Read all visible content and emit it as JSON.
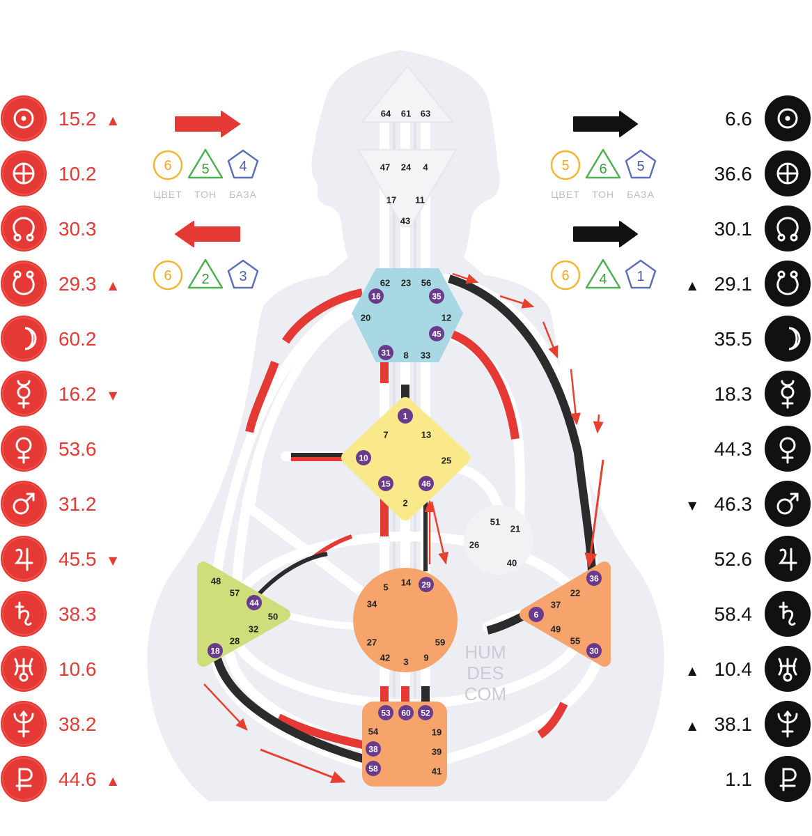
{
  "design": {
    "color": "#e53935",
    "values": [
      "15.2",
      "10.2",
      "30.3",
      "29.3",
      "60.2",
      "16.2",
      "53.6",
      "31.2",
      "45.5",
      "38.3",
      "10.6",
      "38.2",
      "44.6"
    ],
    "marks": [
      "▲",
      "",
      "",
      "▲",
      "",
      "▼",
      "",
      "",
      "▼",
      "",
      "",
      "",
      "▲"
    ]
  },
  "personality": {
    "color": "#111111",
    "values": [
      "6.6",
      "36.6",
      "30.1",
      "29.1",
      "35.5",
      "18.3",
      "44.3",
      "46.3",
      "52.6",
      "58.4",
      "10.4",
      "38.1",
      "1.1"
    ],
    "marks": [
      "",
      "",
      "",
      "▲",
      "",
      "",
      "",
      "▼",
      "",
      "",
      "▲",
      "▲",
      ""
    ]
  },
  "planet_icons": [
    "sun-icon",
    "earth-icon",
    "north-node-icon",
    "south-node-icon",
    "moon-icon",
    "mercury-icon",
    "venus-icon",
    "mars-icon",
    "jupiter-icon",
    "saturn-icon",
    "uranus-icon",
    "neptune-icon",
    "pluto-icon"
  ],
  "variables": {
    "labels": {
      "color": "ЦВЕТ",
      "tone": "ТОН",
      "base": "БАЗА"
    },
    "design_top": {
      "color": "6",
      "tone": "5",
      "base": "4"
    },
    "design_bottom": {
      "color": "6",
      "tone": "2",
      "base": "3"
    },
    "personality_top": {
      "color": "5",
      "tone": "6",
      "base": "5"
    },
    "personality_bottom": {
      "color": "6",
      "tone": "4",
      "base": "1"
    }
  },
  "watermark": [
    "HUM",
    "DES",
    "COM"
  ],
  "gates": {
    "head": [
      "64",
      "61",
      "63"
    ],
    "ajna": [
      "47",
      "24",
      "4",
      "17",
      "11",
      "43"
    ],
    "throat": [
      "62",
      "23",
      "56",
      "16",
      "35",
      "20",
      "12",
      "45",
      "31",
      "8",
      "33"
    ],
    "g": [
      "1",
      "7",
      "13",
      "10",
      "25",
      "15",
      "46",
      "2"
    ],
    "ego": [
      "51",
      "21",
      "26",
      "40"
    ],
    "sacral": [
      "5",
      "14",
      "29",
      "34",
      "27",
      "59",
      "42",
      "3",
      "9"
    ],
    "spleen": [
      "48",
      "57",
      "44",
      "50",
      "32",
      "28",
      "18"
    ],
    "solar": [
      "36",
      "22",
      "37",
      "6",
      "49",
      "55",
      "30"
    ],
    "root": [
      "53",
      "60",
      "52",
      "54",
      "19",
      "38",
      "39",
      "58",
      "41"
    ]
  },
  "colors": {
    "head": "#f4f4f6",
    "ajna": "#f4f4f6",
    "throat": "#a7d8e3",
    "g": "#f9e98a",
    "ego": "#f2f2f5",
    "sacral": "#f6a46b",
    "spleen": "#cfdd7a",
    "solar": "#f6a46b",
    "root": "#f6a46b",
    "active_gate": "#6a3a8c",
    "silhouette": "#eceef3"
  }
}
